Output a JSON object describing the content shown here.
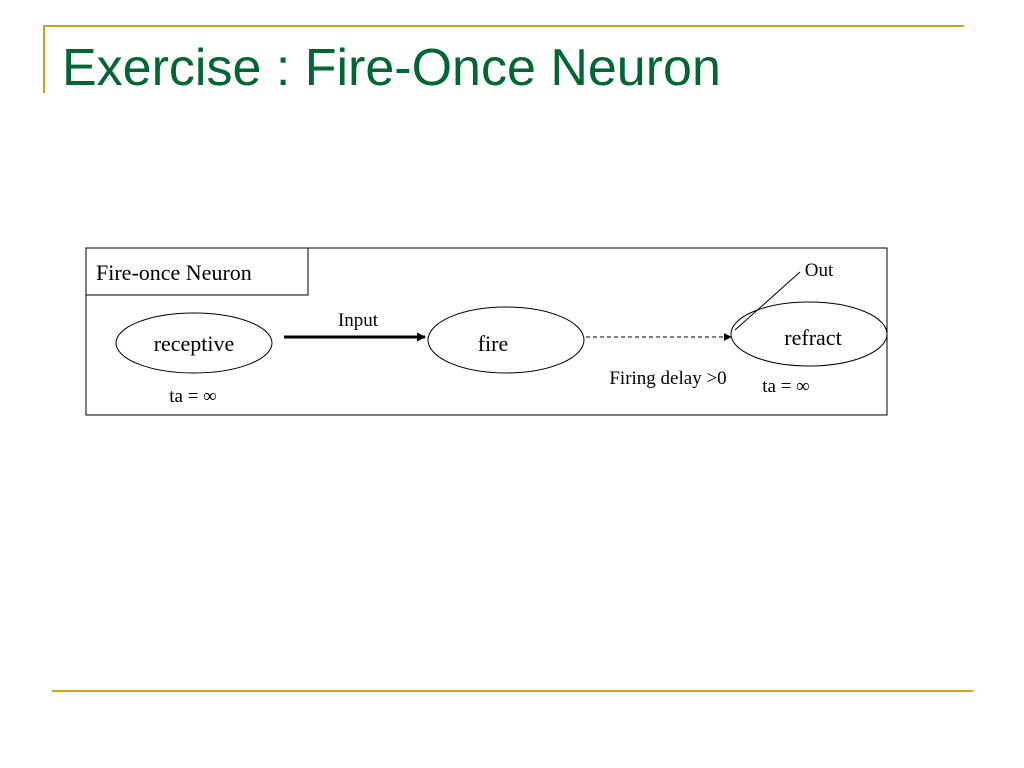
{
  "colors": {
    "accent": "#d4a017",
    "title": "#006633",
    "ink": "#000000"
  },
  "slide": {
    "title": "Exercise : Fire-Once Neuron"
  },
  "diagram": {
    "box_label": "Fire-once Neuron",
    "states": {
      "receptive": "receptive",
      "fire": "fire",
      "refract": "refract"
    },
    "receptive_ta": "ta = ∞",
    "refract_ta": "ta = ∞",
    "input_label": "Input",
    "delay_label": "Firing delay >0",
    "out_label": "Out"
  }
}
